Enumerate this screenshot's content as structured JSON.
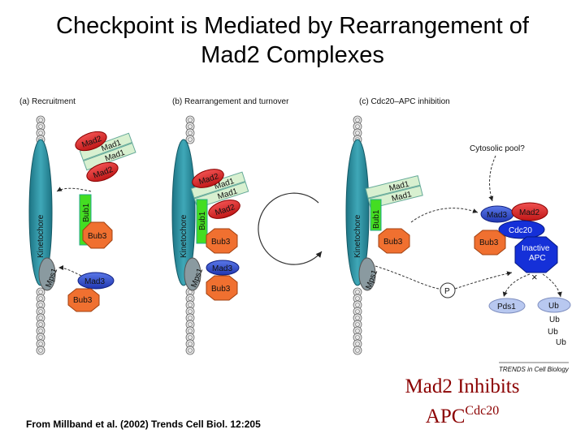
{
  "title": {
    "line1": "Checkpoint is Mediated by Rearrangement of",
    "line2": "Mad2 Complexes"
  },
  "panels": {
    "a": "(a) Recruitment",
    "b": "(b) Rearrangement and turnover",
    "c": "(c) Cdc20–APC inhibition"
  },
  "molecules": {
    "kinetochore": "Kinetochore",
    "mad1": "Mad1",
    "mad2": "Mad2",
    "bub1": "Bub1",
    "bub3": "Bub3",
    "mps1": "Mps1",
    "mad3": "Mad3",
    "cdc20": "Cdc20",
    "inactive_apc_line1": "Inactive",
    "inactive_apc_line2": "APC",
    "pds1": "Pds1",
    "ub": "Ub",
    "p": "P"
  },
  "annotations": {
    "cytosolic_pool": "Cytosolic pool?",
    "journal_mark": "TRENDS in Cell Biology"
  },
  "citation": "From Millband et al. (2002) Trends Cell Biol. 12:205",
  "caption": {
    "line1": "Mad2 Inhibits",
    "apc": "APC",
    "apc_superscript": "Cdc20"
  },
  "colors": {
    "kinetochore": "#2a8fa0",
    "mad1": "#d8f0d0",
    "mad2": "#e0282a",
    "bub1": "#44dd22",
    "bub3": "#f07030",
    "mps1": "#8a9aa0",
    "mad3": "#2b4fd0",
    "apc": "#1530d8",
    "pds1": "#b8c8f0",
    "caption": "#8b0000"
  }
}
